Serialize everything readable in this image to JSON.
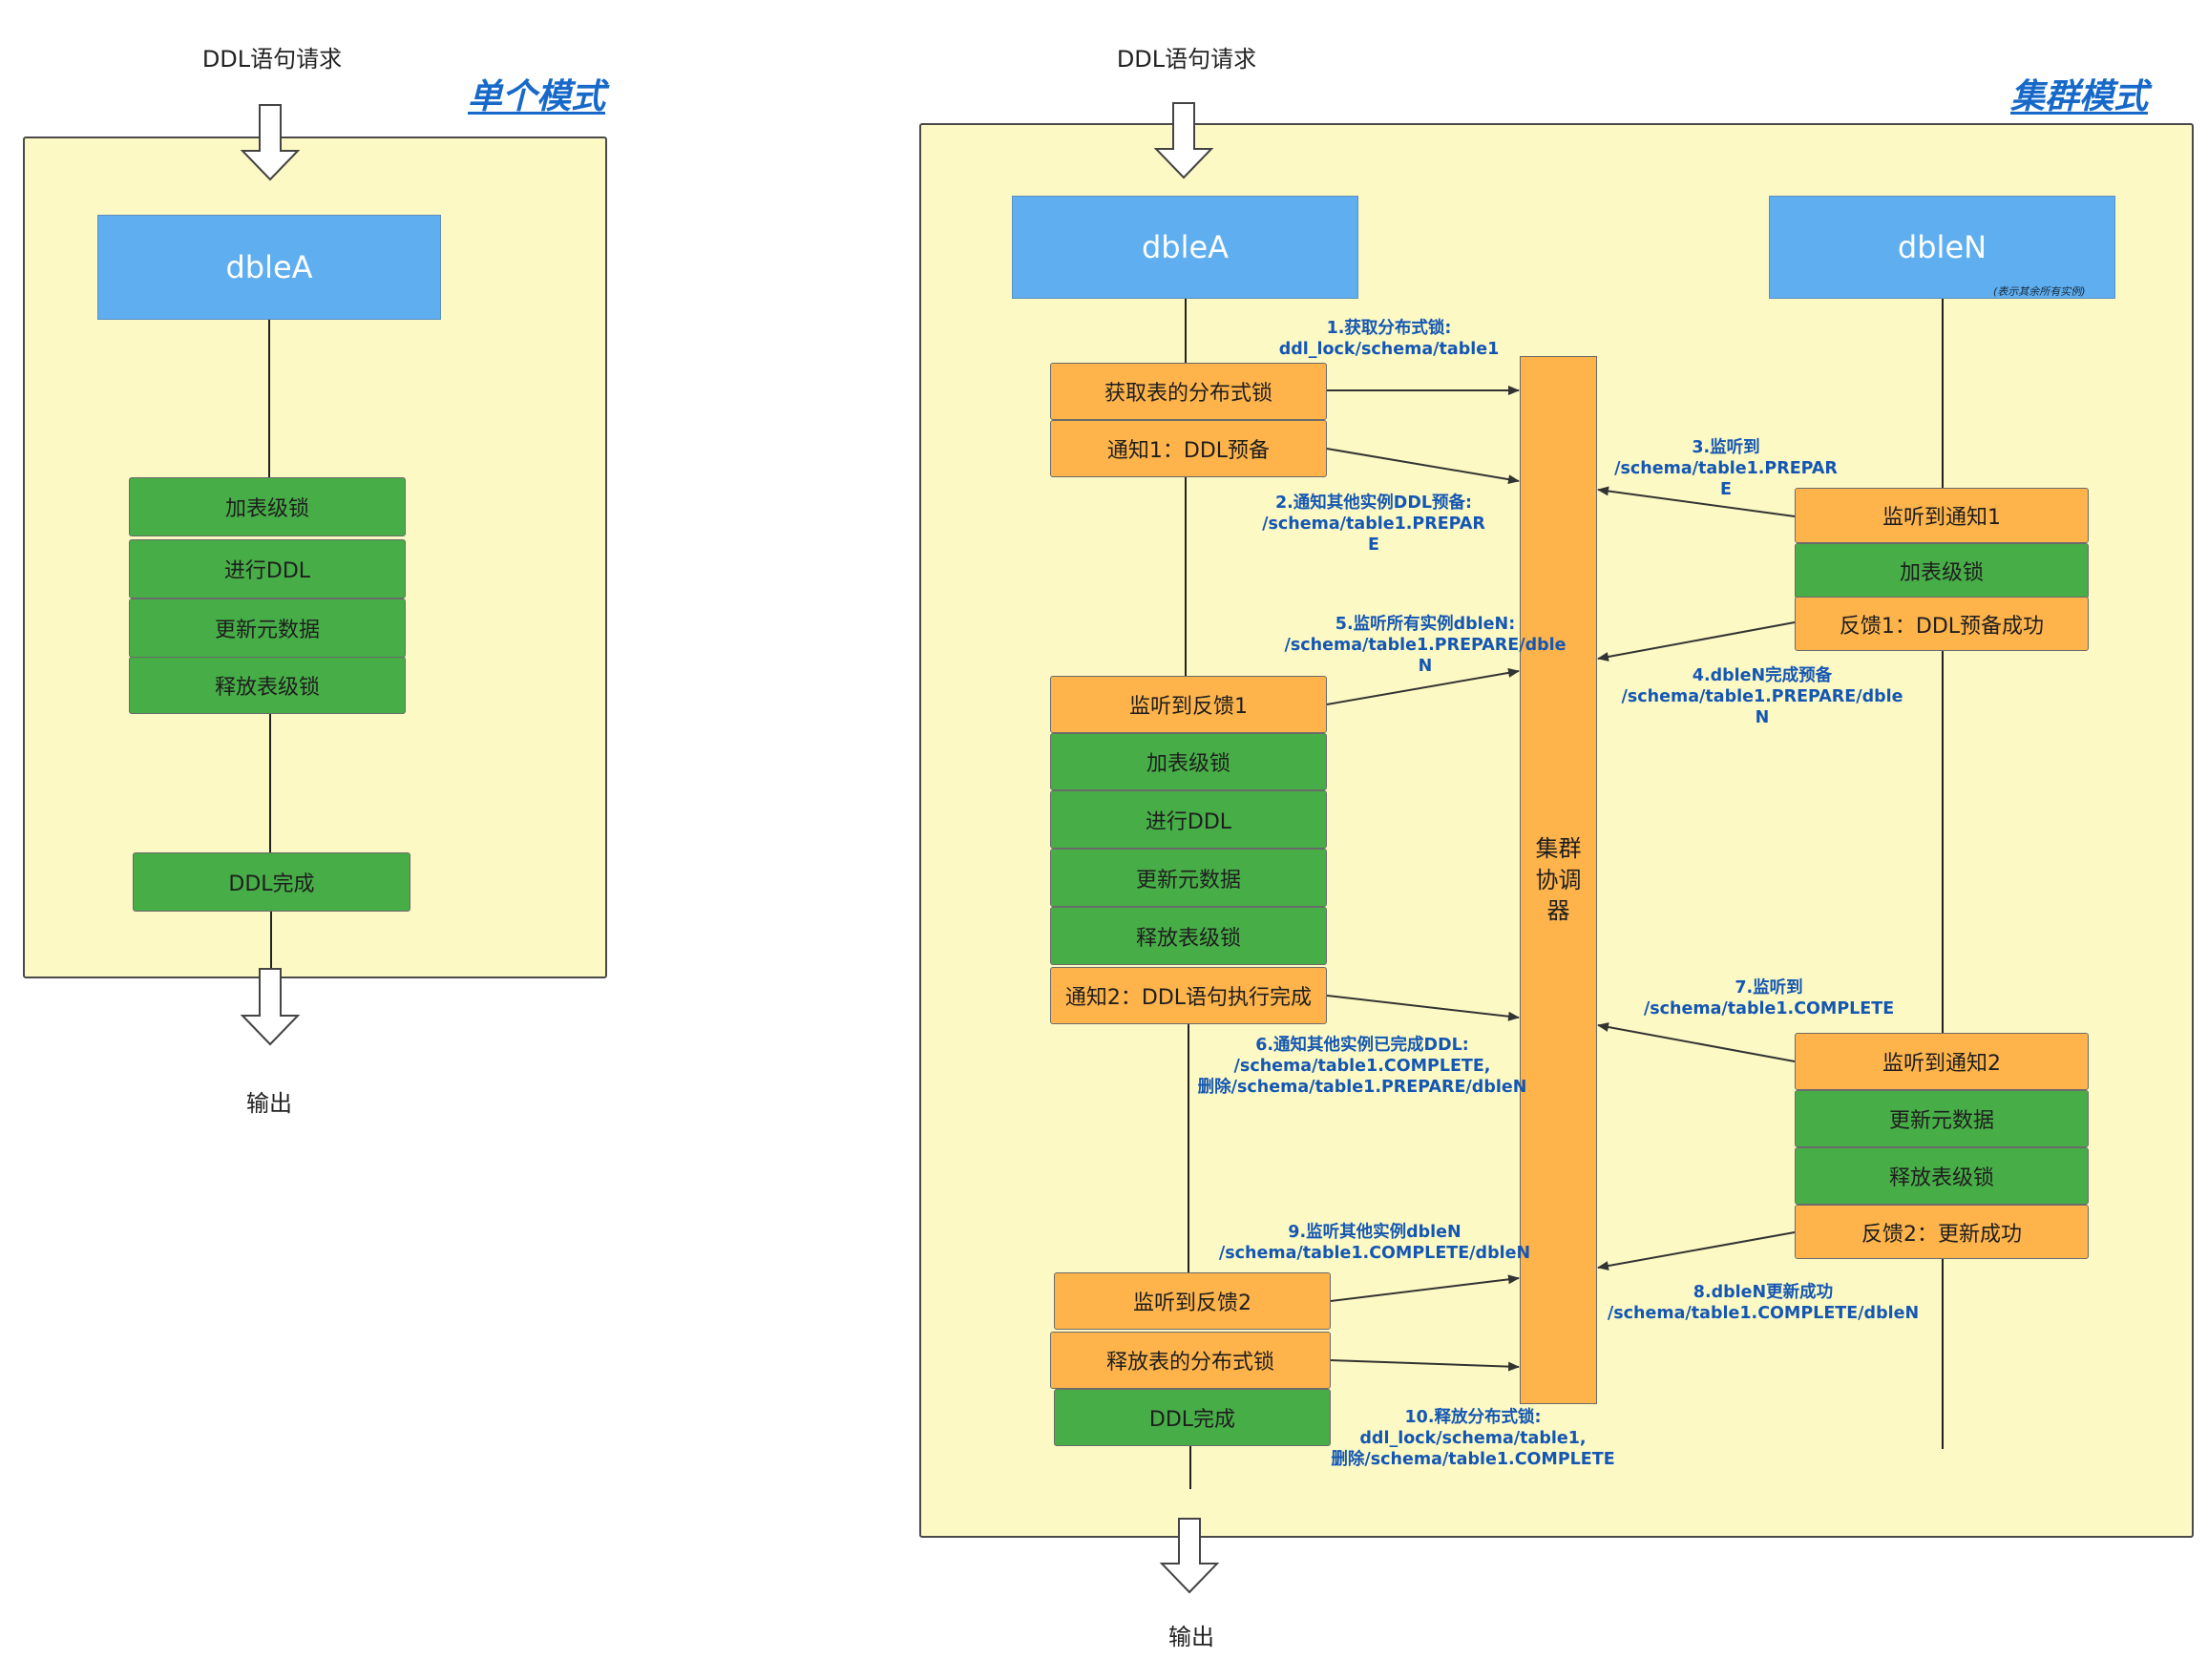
{
  "single": {
    "title": "单个模式",
    "request": "DDL语句请求",
    "node": "dbleA",
    "steps": [
      "加表级锁",
      "进行DDL",
      "更新元数据",
      "释放表级锁"
    ],
    "done": "DDL完成",
    "output": "输出"
  },
  "cluster": {
    "title": "集群模式",
    "request": "DDL语句请求",
    "nodeA": "dbleA",
    "nodeN": "dbleN",
    "nodeN_note": "(表示其余所有实例)",
    "coordinator": "集群\n协调\n器",
    "a_boxes": [
      "获取表的分布式锁",
      "通知1：DDL预备",
      "监听到反馈1",
      "加表级锁",
      "进行DDL",
      "更新元数据",
      "释放表级锁",
      "通知2：DDL语句执行完成",
      "监听到反馈2",
      "释放表的分布式锁",
      "DDL完成"
    ],
    "n_boxes": [
      "监听到通知1",
      "加表级锁",
      "反馈1：DDL预备成功",
      "监听到通知2",
      "更新元数据",
      "释放表级锁",
      "反馈2：更新成功"
    ],
    "output": "输出",
    "labels": {
      "l1": "1.获取分布式锁:\nddl_lock/schema/table1",
      "l2": "2.通知其他实例DDL预备:\n/schema/table1.PREPAR\nE",
      "l3": "3.监听到\n/schema/table1.PREPAR\nE",
      "l4": "4.dbleN完成预备\n/schema/table1.PREPARE/dble\nN",
      "l5": "5.监听所有实例dbleN:\n/schema/table1.PREPARE/dble\nN",
      "l6": "6.通知其他实例已完成DDL:\n/schema/table1.COMPLETE,\n删除/schema/table1.PREPARE/dbleN",
      "l7": "7.监听到\n/schema/table1.COMPLETE",
      "l8": "8.dbleN更新成功\n/schema/table1.COMPLETE/dbleN",
      "l9": "9.监听其他实例dbleN\n/schema/table1.COMPLETE/dbleN",
      "l10": "10.释放分布式锁:\nddl_lock/schema/table1,\n删除/schema/table1.COMPLETE"
    }
  }
}
